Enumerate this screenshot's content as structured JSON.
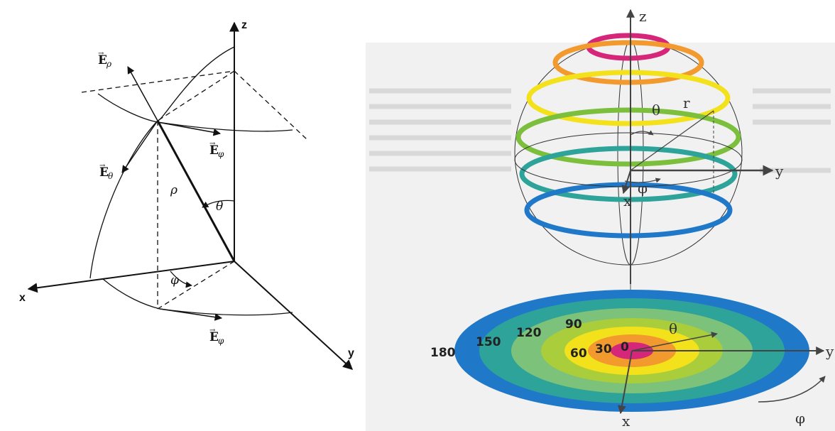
{
  "left_diagram": {
    "axis_x": "x",
    "axis_y": "y",
    "axis_z": "z",
    "rho": "ρ",
    "theta": "θ",
    "phi": "φ",
    "e_rho": {
      "base": "E",
      "sub": "ρ"
    },
    "e_theta": {
      "base": "E",
      "sub": "θ"
    },
    "e_phi_top": {
      "base": "E",
      "sub": "φ"
    },
    "e_phi_bottom": {
      "base": "E",
      "sub": "φ"
    }
  },
  "right_diagram": {
    "axis_z": "z",
    "axis_y": "y",
    "axis_x_top": "x",
    "axis_y_disk": "y",
    "axis_x_disk": "x",
    "r": "r",
    "theta": "θ",
    "phi": "φ",
    "theta_disk": "θ",
    "phi_disk": "φ",
    "ring_labels": [
      "180",
      "150",
      "120",
      "90",
      "60",
      "30",
      "0"
    ],
    "colors": {
      "magenta": "#d6267a",
      "orange": "#f29a2e",
      "yellow": "#f3e21b",
      "yellowgreen": "#a9cd3b",
      "green": "#5bb55a",
      "teal": "#2ea39a",
      "blue": "#1f78c8"
    }
  }
}
